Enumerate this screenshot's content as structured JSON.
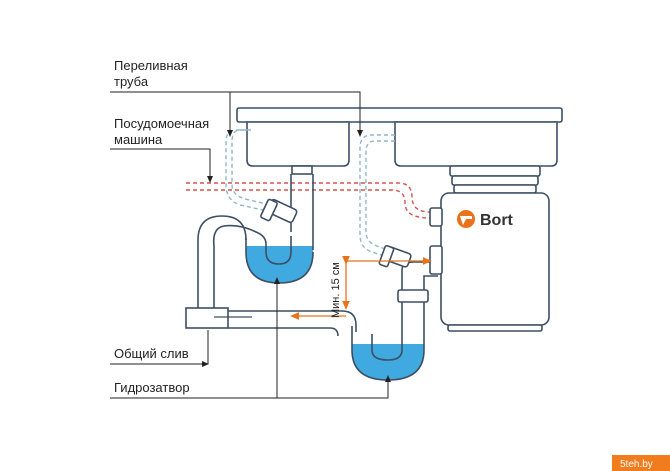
{
  "labels": {
    "overflow_line1": "Переливная",
    "overflow_line2": "труба",
    "dishwasher_line1": "Посудомоечная",
    "dishwasher_line2": "машина",
    "common_drain": "Общий слив",
    "water_seal": "Гидрозатвор",
    "min_height": "Мин. 15 см"
  },
  "brand": {
    "name": "Bort"
  },
  "watermark": "5teh.by",
  "colors": {
    "outline": "#3d4f63",
    "water": "#3fa9e0",
    "accent": "#e8731c",
    "dishwasher_hose": "#d9534f",
    "overflow_hose": "#8fb6c9",
    "watermark_bg": "#f07c1e"
  }
}
